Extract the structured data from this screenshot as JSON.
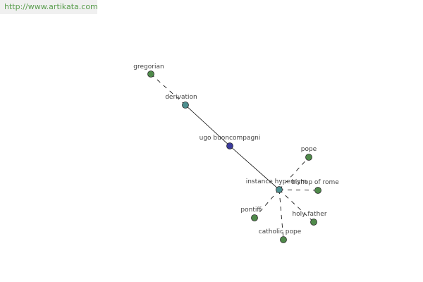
{
  "site": {
    "url": "http://www.artikata.com"
  },
  "colors": {
    "center_node": "#3b3b9c",
    "hub_node": "#4d8f8f",
    "leaf_node": "#4f8a4a",
    "edge": "#000000"
  },
  "graph": {
    "nodes": [
      {
        "id": "ugo",
        "label": "ugo buoncompagni",
        "kind": "center"
      },
      {
        "id": "derivation",
        "label": "derivation",
        "kind": "hub"
      },
      {
        "id": "gregorian",
        "label": "gregorian",
        "kind": "leaf"
      },
      {
        "id": "instance",
        "label": "instance hypernym",
        "kind": "hub"
      },
      {
        "id": "pope",
        "label": "pope",
        "kind": "leaf"
      },
      {
        "id": "bishop",
        "label": "bishop of rome",
        "kind": "leaf"
      },
      {
        "id": "holyfather",
        "label": "holy father",
        "kind": "leaf"
      },
      {
        "id": "catholic",
        "label": "catholic pope",
        "kind": "leaf"
      },
      {
        "id": "pontiff",
        "label": "pontiff",
        "kind": "leaf"
      }
    ],
    "edges": [
      {
        "from": "ugo",
        "to": "derivation",
        "style": "solid"
      },
      {
        "from": "ugo",
        "to": "instance",
        "style": "solid"
      },
      {
        "from": "derivation",
        "to": "gregorian",
        "style": "dashed"
      },
      {
        "from": "instance",
        "to": "pope",
        "style": "dashed"
      },
      {
        "from": "instance",
        "to": "bishop",
        "style": "dashed"
      },
      {
        "from": "instance",
        "to": "holyfather",
        "style": "dashed"
      },
      {
        "from": "instance",
        "to": "catholic",
        "style": "dashed"
      },
      {
        "from": "instance",
        "to": "pontiff",
        "style": "dashed"
      }
    ]
  }
}
